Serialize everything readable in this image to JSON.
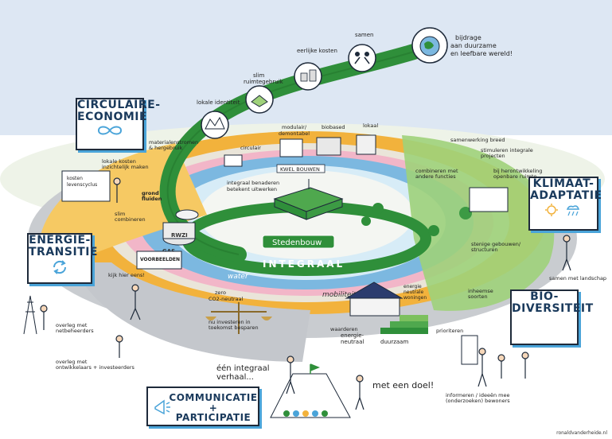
{
  "arc_labels": {
    "lokale_identiteit": "lokale identiteit",
    "slim_ruimtegebruik": "slim ruimtegebruik",
    "eerlijke_kosten": "eerlijke kosten",
    "samen": "samen",
    "bijdrage": "bijdrage aan duurzame en leefbare wereld!"
  },
  "boxes": {
    "circulaire": "CIRCULAIRE-\nECONOMIE",
    "energie": "ENERGIE-\nTRANSITIE",
    "klimaat": "KLIMAAT-\nADAPTATIE",
    "bio": "BIO-\nDIVERSITEIT",
    "communicatie": "COMMUNICATIE +\nPARTICIPATIE"
  },
  "rings": {
    "integraal": "INTEGRAAL",
    "water": "water",
    "mobiliteit": "mobiliteit"
  },
  "center": {
    "stedenbouw": "Stedenbouw",
    "integraal_benaderen": "integraal benaderen\nbetekent uitwerken",
    "kwel_bouwen": "KWEL BOUWEN",
    "circulair": "circulair",
    "modulair": "modulair/\ndemontabel",
    "biobased": "biobased",
    "lokaal": "lokaal",
    "zero_co2": "zero\nCO2-neutraal"
  },
  "notes": {
    "materialenstromen": "materialenstromen\n& hergebruik",
    "lokale_kosten": "lokale kosten\ninzichtelijk maken",
    "kosten_levenscyclus": "kosten\nlevenscyclus",
    "slim_combineren": "slim\ncombineren",
    "grond_fluiden": "grond\nfluïden",
    "rwzi": "RWZI",
    "gas": "GAS",
    "kijk_hier": "kijk hier eens!",
    "voorbeelden": "VOORBEELDEN",
    "overleg_netbeheerders": "overleg met\nnetbeheerders",
    "overleg_ontwikkelaars": "overleg met\nontwikkelaars + investeerders",
    "samenwerking": "samenwerking breed",
    "stimuleren": "stimuleren integrale\nprojecten",
    "combineren_functies": "combineren met\nandere functies",
    "bij_herontwikkeling": "bij herontwikkeling\nopenbare ruimte",
    "samen_landschap": "samen met landschap",
    "stenige_gebouwen": "stenige gebouwen/\nstructuren",
    "inheemse_soorten": "inheemse\nsoorten",
    "waarderen": "waarderen",
    "energie_neutraal": "energie-\nneutraal",
    "duurzaam": "duurzaam",
    "prioriteren": "prioriteren",
    "energie_neutrale_woningen": "energie\nneutrale\nwoningen",
    "investeren": "nu investeren in\ntoekomst besparen",
    "informeren": "informeren / ideeën mee\n(onderzoeken) bewoners",
    "een_integraal": "één integraal\nverhaal...",
    "met_een_doel": "met een doel!",
    "credit": "ronaldvanderheide.nl"
  },
  "colors": {
    "arc_green": "#2f8f3a",
    "yellow_ring": "#f2b23c",
    "pink_ring": "#f2b6c8",
    "blue_ring": "#7cb8e0",
    "light_green": "#9fd17a",
    "gray": "#c9ccd0",
    "box_border": "#1e2a3a",
    "box_shadow": "#4aa4d9",
    "title_text": "#1a3a5c"
  }
}
